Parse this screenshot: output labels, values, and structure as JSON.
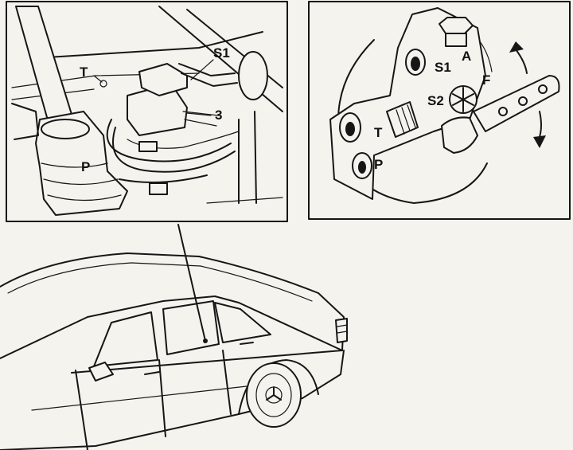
{
  "left_panel": {
    "labels": {
      "t": "T",
      "s1": "S1",
      "n3": "3",
      "p": "P"
    }
  },
  "right_panel": {
    "labels": {
      "s1": "S1",
      "a": "A",
      "f": "F",
      "s2": "S2",
      "t": "T",
      "p": "P"
    }
  }
}
